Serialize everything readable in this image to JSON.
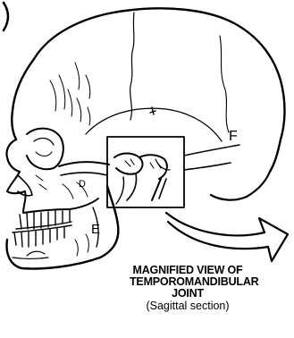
{
  "figure_marker": "b)",
  "labels": {
    "F": "F",
    "E": "E",
    "D": "D"
  },
  "caption": {
    "line1": "MAGNIFIED VIEW OF",
    "line2": "TEMPOROMANDIBULAR",
    "line3": "JOINT",
    "line4": "(Sagittal section)"
  }
}
